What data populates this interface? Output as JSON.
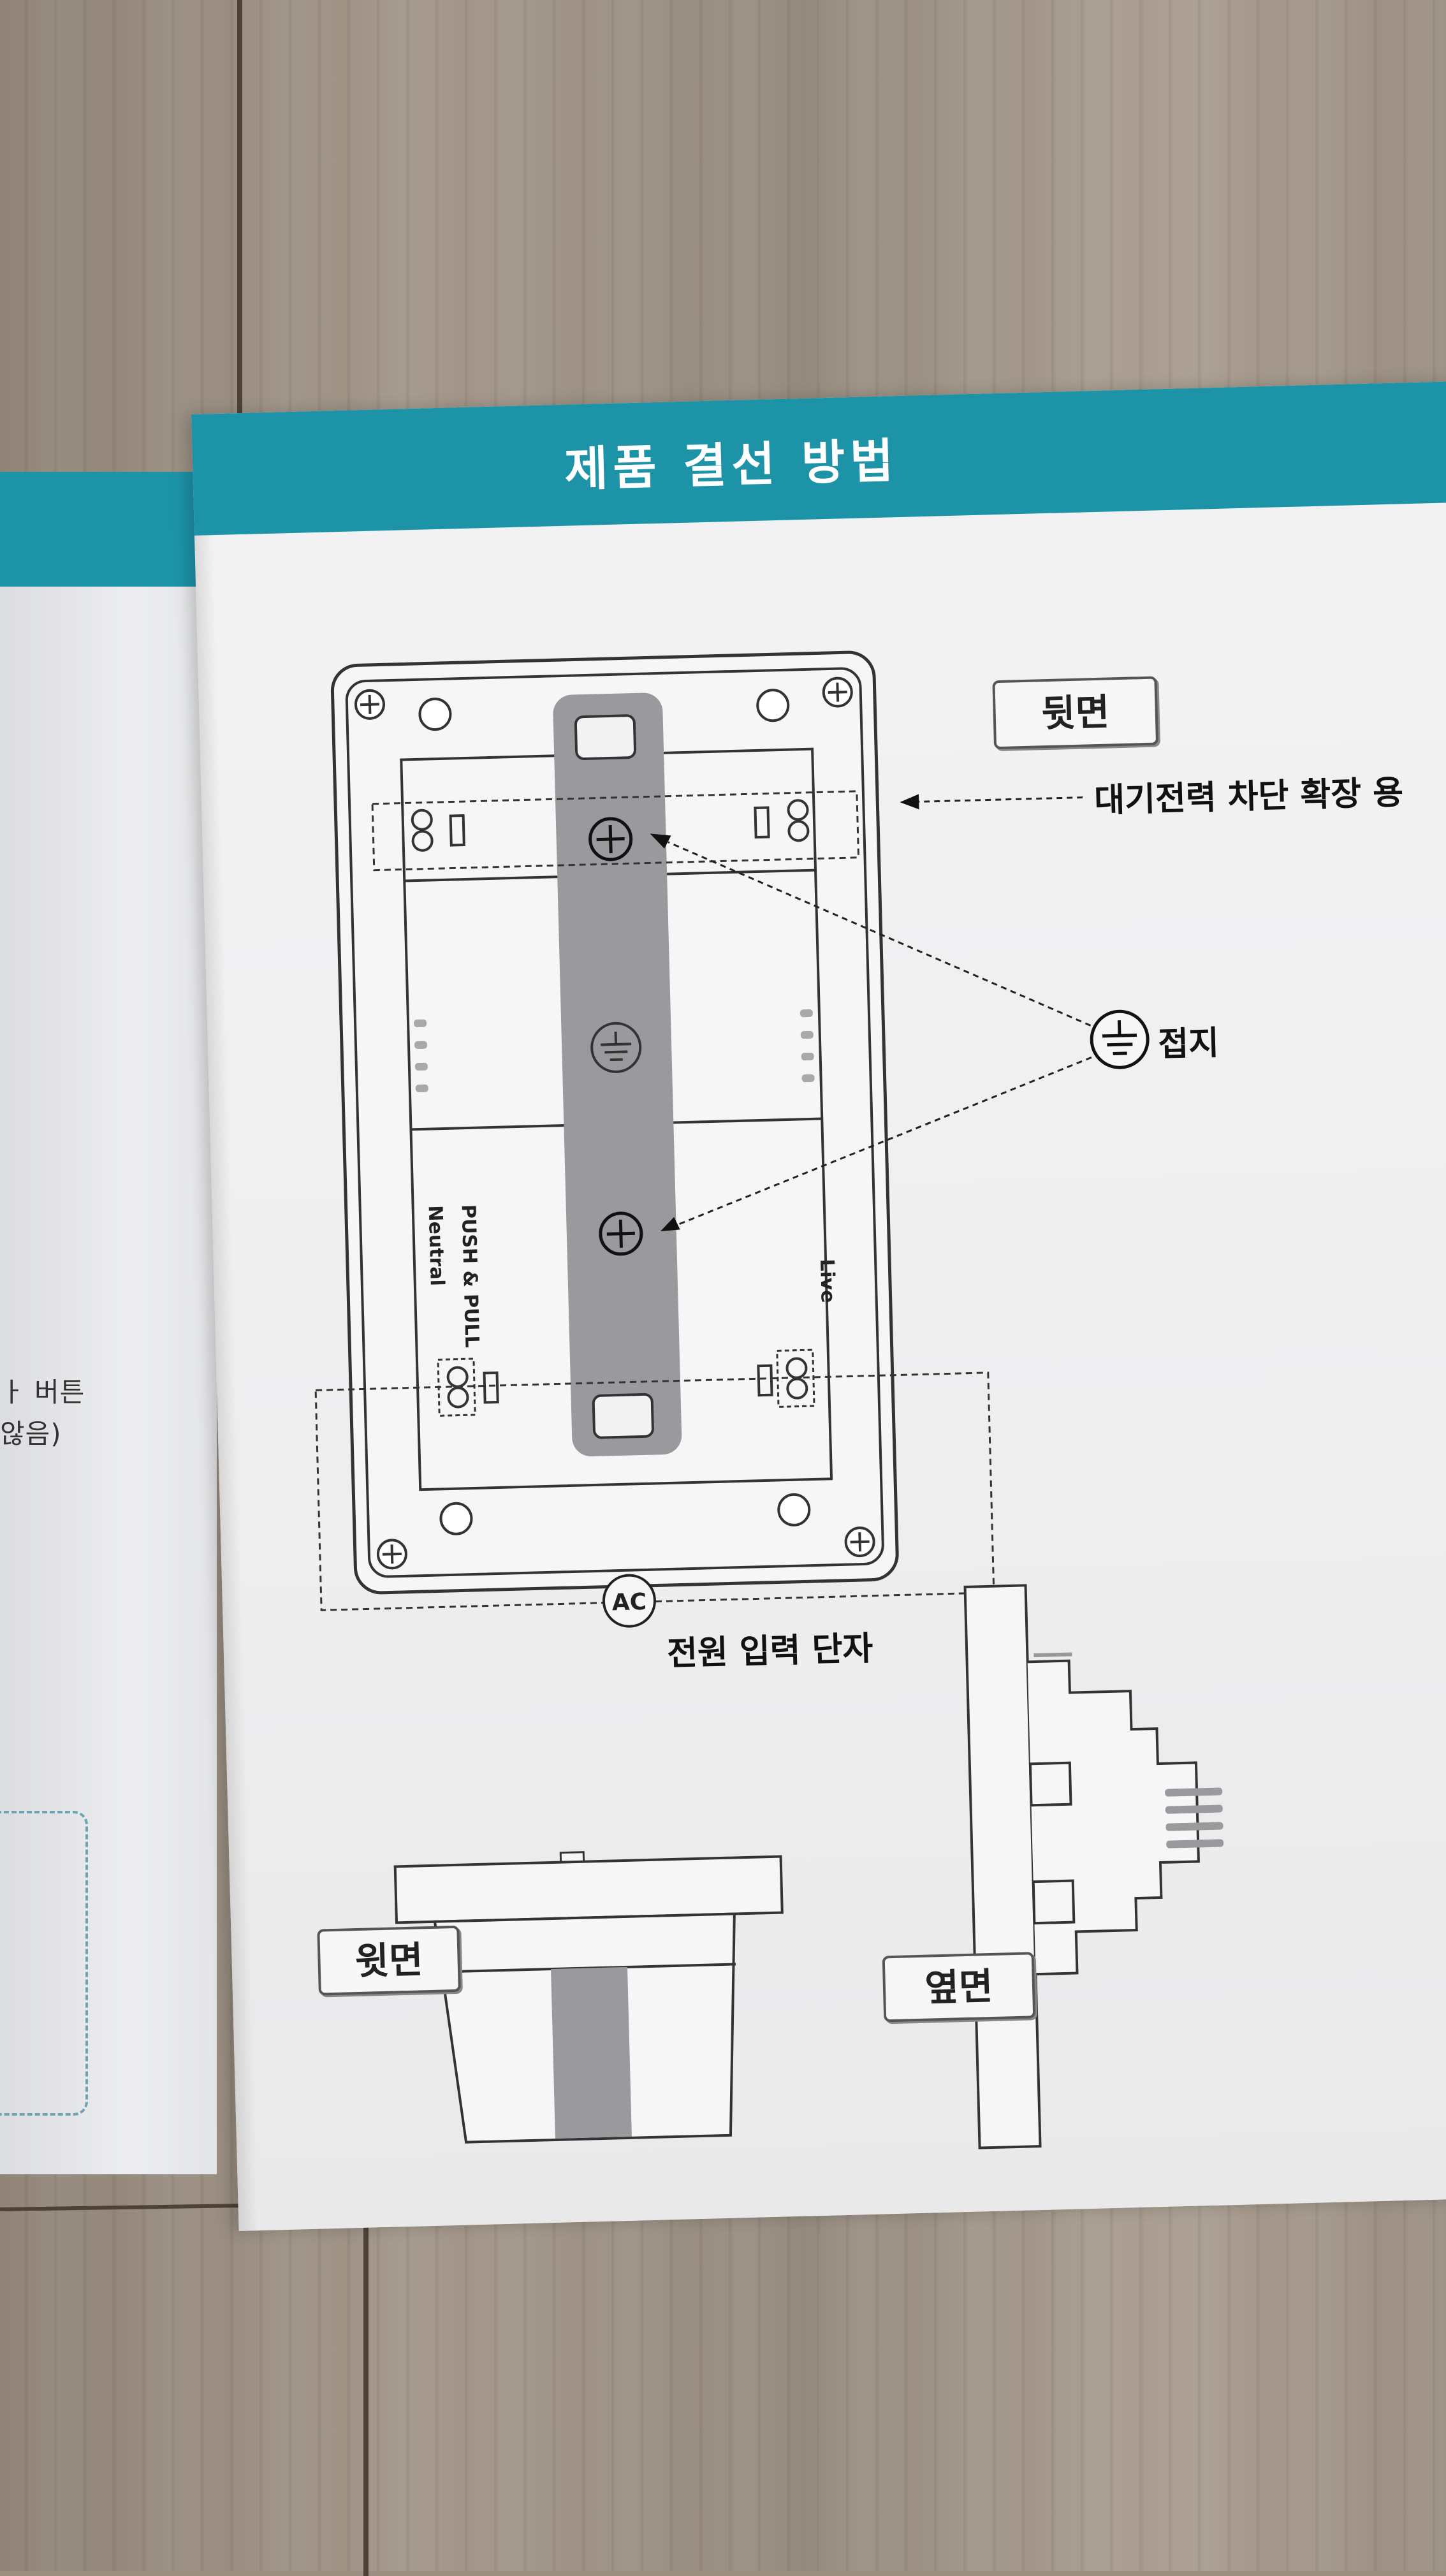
{
  "header": {
    "title": "제품 결선 방법"
  },
  "tags": {
    "back": "뒷면",
    "top": "윗면",
    "side": "옆면"
  },
  "labels": {
    "standby": "대기전력 차단 확장 용",
    "ground": "접지",
    "power_input": "전원 입력 단자",
    "ac": "AC",
    "push_pull": "PUSH & PULL",
    "neutral": "Neutral",
    "live": "Live"
  },
  "left_page": {
    "line1": "ㅏ 버튼",
    "line2": "않음)"
  },
  "colors": {
    "accent": "#1d93a8",
    "bracket": "#9a9a9e"
  }
}
